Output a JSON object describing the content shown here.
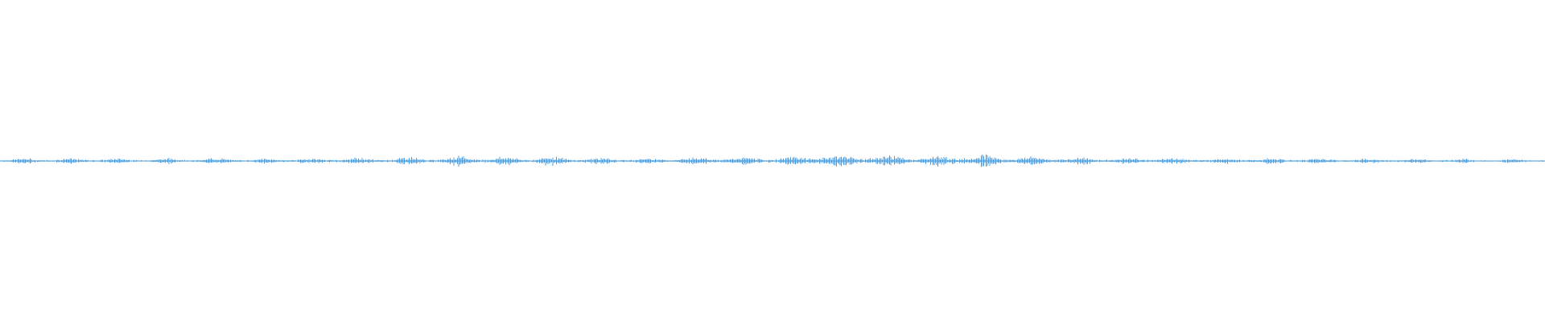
{
  "waveform": {
    "color": "#4a9fe0",
    "background": "#ffffff",
    "amplitude_profile": [
      0.2,
      0.22,
      0.18,
      0.25,
      0.16,
      0.24,
      0.2,
      0.15,
      0.22,
      0.2,
      0.18,
      0.24,
      0.2,
      0.16,
      0.19,
      0.23,
      0.18,
      0.22,
      0.26,
      0.2,
      0.28,
      0.32,
      0.24,
      0.36,
      0.4,
      0.3,
      0.34,
      0.28,
      0.38,
      0.3,
      0.26,
      0.24,
      0.22,
      0.2,
      0.26,
      0.3,
      0.38,
      0.34,
      0.28,
      0.32,
      0.3,
      0.36,
      0.62,
      0.45,
      0.52,
      0.4,
      0.48,
      0.34,
      0.4,
      0.52,
      0.5,
      0.46,
      0.38,
      0.34,
      0.3,
      0.28,
      0.26,
      0.24,
      0.22,
      0.26,
      0.24,
      0.22,
      0.2,
      0.24,
      0.22,
      0.2,
      0.18,
      0.22,
      0.2,
      0.18,
      0.16,
      0.18,
      0.16,
      0.15,
      0.18,
      0.16,
      0.14,
      0.15,
      0.14,
      0.16
    ]
  }
}
